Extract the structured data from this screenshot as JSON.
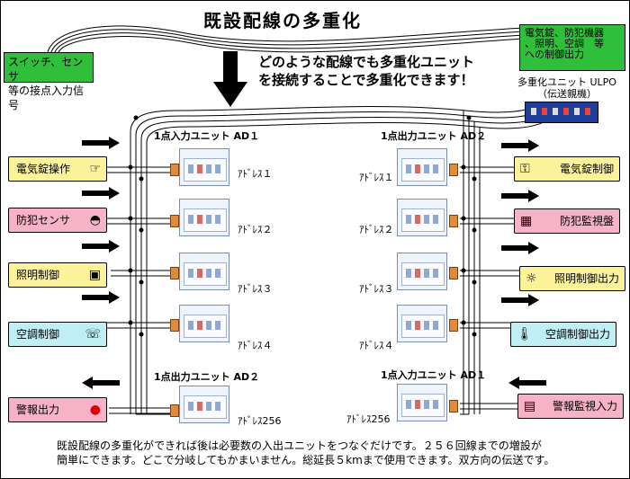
{
  "title": "既設配線の多重化",
  "headline": [
    "どのような配線でも多重化ユニット",
    "を接続することで多重化できます！"
  ],
  "left_input_box": [
    "スイッチ、センサ",
    "等の接点入力信号"
  ],
  "right_output_box": [
    "電気錠、防犯機器",
    "、照明、空調　等",
    "への制御出力"
  ],
  "ulpo": {
    "line1": "多重化ユニット ULPO",
    "line2": "（伝送親機）"
  },
  "left_units": {
    "header": "1点入力ユニット AD１",
    "addresses": [
      "ｱﾄﾞﾚｽ１",
      "ｱﾄﾞﾚｽ２",
      "ｱﾄﾞﾚｽ３",
      "ｱﾄﾞﾚｽ４"
    ],
    "out_header": "1点出力ユニット AD２",
    "out_address": "ｱﾄﾞﾚｽ256"
  },
  "right_units": {
    "header": "1点出力ユニット AD２",
    "addresses": [
      "ｱﾄﾞﾚｽ１",
      "ｱﾄﾞﾚｽ２",
      "ｱﾄﾞﾚｽ３",
      "ｱﾄﾞﾚｽ４"
    ],
    "in_header": "1点入力ユニット AD１",
    "in_address": "ｱﾄﾞﾚｽ256"
  },
  "left_devices": [
    {
      "label": "電気錠操作",
      "color": "#fbf29a",
      "icon": "hand-key-icon"
    },
    {
      "label": "防犯センサ",
      "color": "#f6b3c7",
      "icon": "sensor-dome-icon"
    },
    {
      "label": "照明制御",
      "color": "#fbf29a",
      "icon": "switch-panel-icon"
    },
    {
      "label": "空調制御",
      "color": "#bfeef5",
      "icon": "thermostat-icon"
    },
    {
      "label": "警報出力",
      "color": "#f6b3c7",
      "icon": "alarm-lamp-icon"
    }
  ],
  "right_devices": [
    {
      "label": "電気錠制御",
      "color": "#fbf29a",
      "icon": "door-lock-icon"
    },
    {
      "label": "防犯監視盤",
      "color": "#f6b3c7",
      "icon": "monitor-panel-icon"
    },
    {
      "label": "照明制御出力",
      "color": "#fbf29a",
      "icon": "ceiling-light-icon"
    },
    {
      "label": "空調制御出力",
      "color": "#bfeef5",
      "icon": "thermometer-icon"
    },
    {
      "label": "警報監視入力",
      "color": "#f6b3c7",
      "icon": "alarm-monitor-icon"
    }
  ],
  "footer": [
    "既設配線の多重化ができれば後は必要数の入出ユニットをつなぐだけです。２５６回線までの増設が",
    "簡単にできます。どこで分岐してもかまいません。総延長５kmまで使用できます。双方向の伝送です。"
  ]
}
